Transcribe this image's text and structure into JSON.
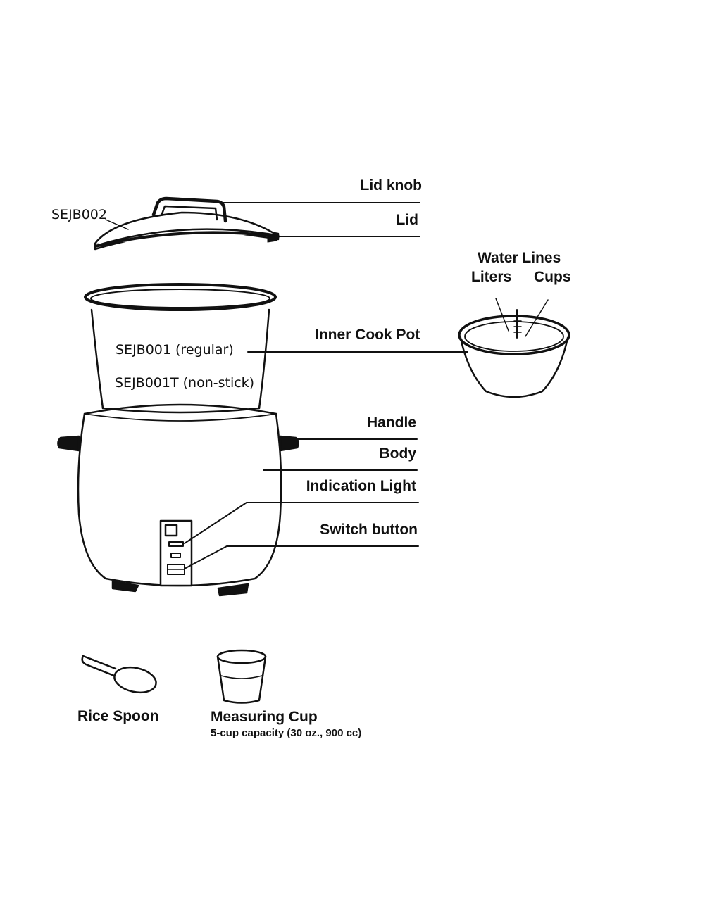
{
  "labels": {
    "lid_knob": "Lid knob",
    "lid": "Lid",
    "lid_part_no": "SEJB002",
    "water_lines": "Water Lines",
    "liters": "Liters",
    "cups": "Cups",
    "inner_cook_pot": "Inner Cook Pot",
    "pot_regular": "SEJB001 (regular)",
    "pot_nonstick": "SEJB001T (non-stick)",
    "handle": "Handle",
    "body": "Body",
    "indication_light": "Indication Light",
    "switch_button": "Switch button",
    "rice_spoon": "Rice Spoon",
    "measuring_cup": "Measuring Cup",
    "measuring_cup_capacity": "5-cup capacity (30 oz., 900 cc)"
  },
  "colors": {
    "ink": "#111111",
    "background": "#ffffff"
  }
}
